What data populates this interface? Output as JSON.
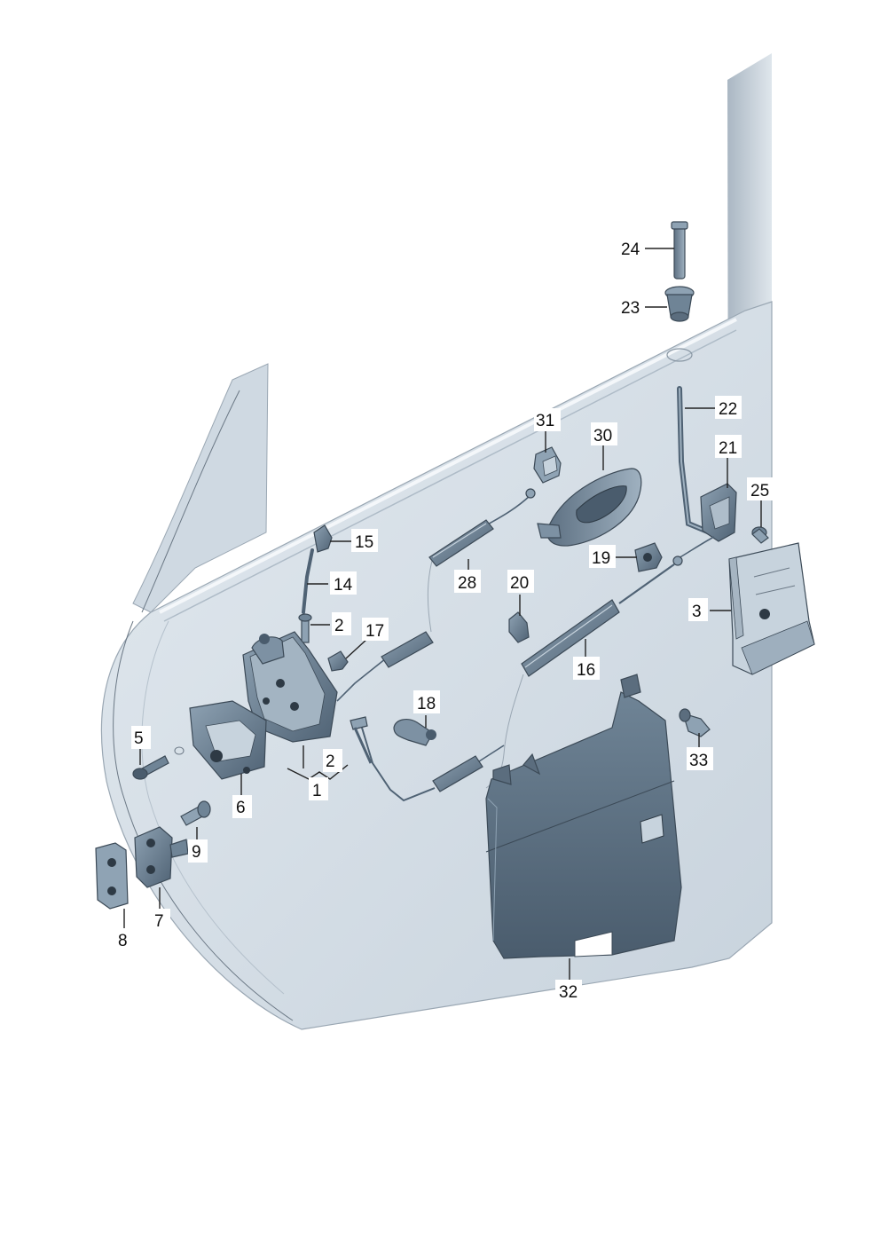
{
  "colors": {
    "door_panel": "#d5dee6",
    "door_edge": "#9aa7b3",
    "part_dark": "#5b6d7e",
    "part_mid": "#7f93a5",
    "part_light": "#b8c6d2",
    "label_text": "#111111"
  },
  "callouts": [
    {
      "id": "c24",
      "text": "24"
    },
    {
      "id": "c23",
      "text": "23"
    },
    {
      "id": "c22",
      "text": "22"
    },
    {
      "id": "c31",
      "text": "31"
    },
    {
      "id": "c30",
      "text": "30"
    },
    {
      "id": "c21",
      "text": "21"
    },
    {
      "id": "c25",
      "text": "25"
    },
    {
      "id": "c15",
      "text": "15"
    },
    {
      "id": "c14",
      "text": "14"
    },
    {
      "id": "c28",
      "text": "28"
    },
    {
      "id": "c19",
      "text": "19"
    },
    {
      "id": "c20",
      "text": "20"
    },
    {
      "id": "c3",
      "text": "3"
    },
    {
      "id": "c2a",
      "text": "2"
    },
    {
      "id": "c17",
      "text": "17"
    },
    {
      "id": "c16",
      "text": "16"
    },
    {
      "id": "c18",
      "text": "18"
    },
    {
      "id": "c5",
      "text": "5"
    },
    {
      "id": "c6",
      "text": "6"
    },
    {
      "id": "c2b",
      "text": "2"
    },
    {
      "id": "c1",
      "text": "1"
    },
    {
      "id": "c33",
      "text": "33"
    },
    {
      "id": "c9",
      "text": "9"
    },
    {
      "id": "c8",
      "text": "8"
    },
    {
      "id": "c7",
      "text": "7"
    },
    {
      "id": "c32",
      "text": "32"
    }
  ]
}
